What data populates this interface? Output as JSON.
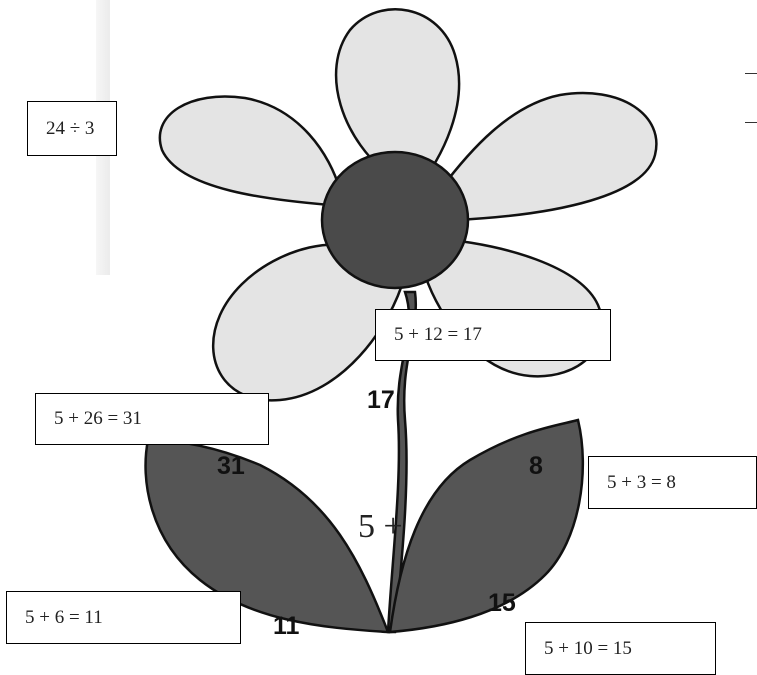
{
  "boxes": {
    "partial": "24 ÷ 3",
    "top": "5 + 12 = 17",
    "upper_left": "5 + 26 = 31",
    "right": "5 + 3 = 8",
    "lower_left": "5 + 6 = 11",
    "bottom_right": "5 + 10 = 15"
  },
  "answers": {
    "stem": "17",
    "left_leaf_top": "31",
    "right_leaf_top": "8",
    "left_leaf_bottom": "11",
    "right_leaf_bottom": "15"
  },
  "center_text": "5 +",
  "colors": {
    "petal": "#e4e4e4",
    "center": "#4a4a4a",
    "leaf": "#555555",
    "outline": "#111111"
  }
}
